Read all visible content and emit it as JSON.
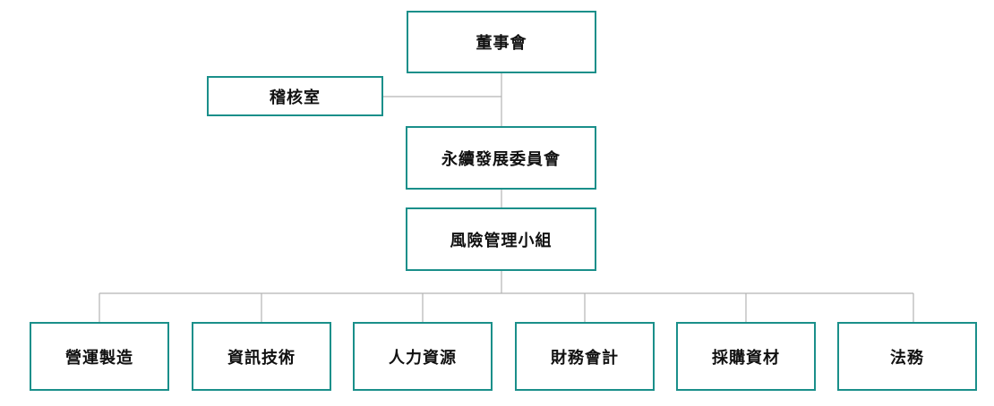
{
  "chart": {
    "board": "董事會",
    "audit": "稽核室",
    "sustainability": "永續發展委員會",
    "risk": "風險管理小組",
    "departments": [
      "營運製造",
      "資訊技術",
      "人力資源",
      "財務會計",
      "採購資材",
      "法務"
    ]
  },
  "colors": {
    "box_border": "#1a8f8a",
    "connector": "#b3b3b3",
    "text": "#111111"
  }
}
